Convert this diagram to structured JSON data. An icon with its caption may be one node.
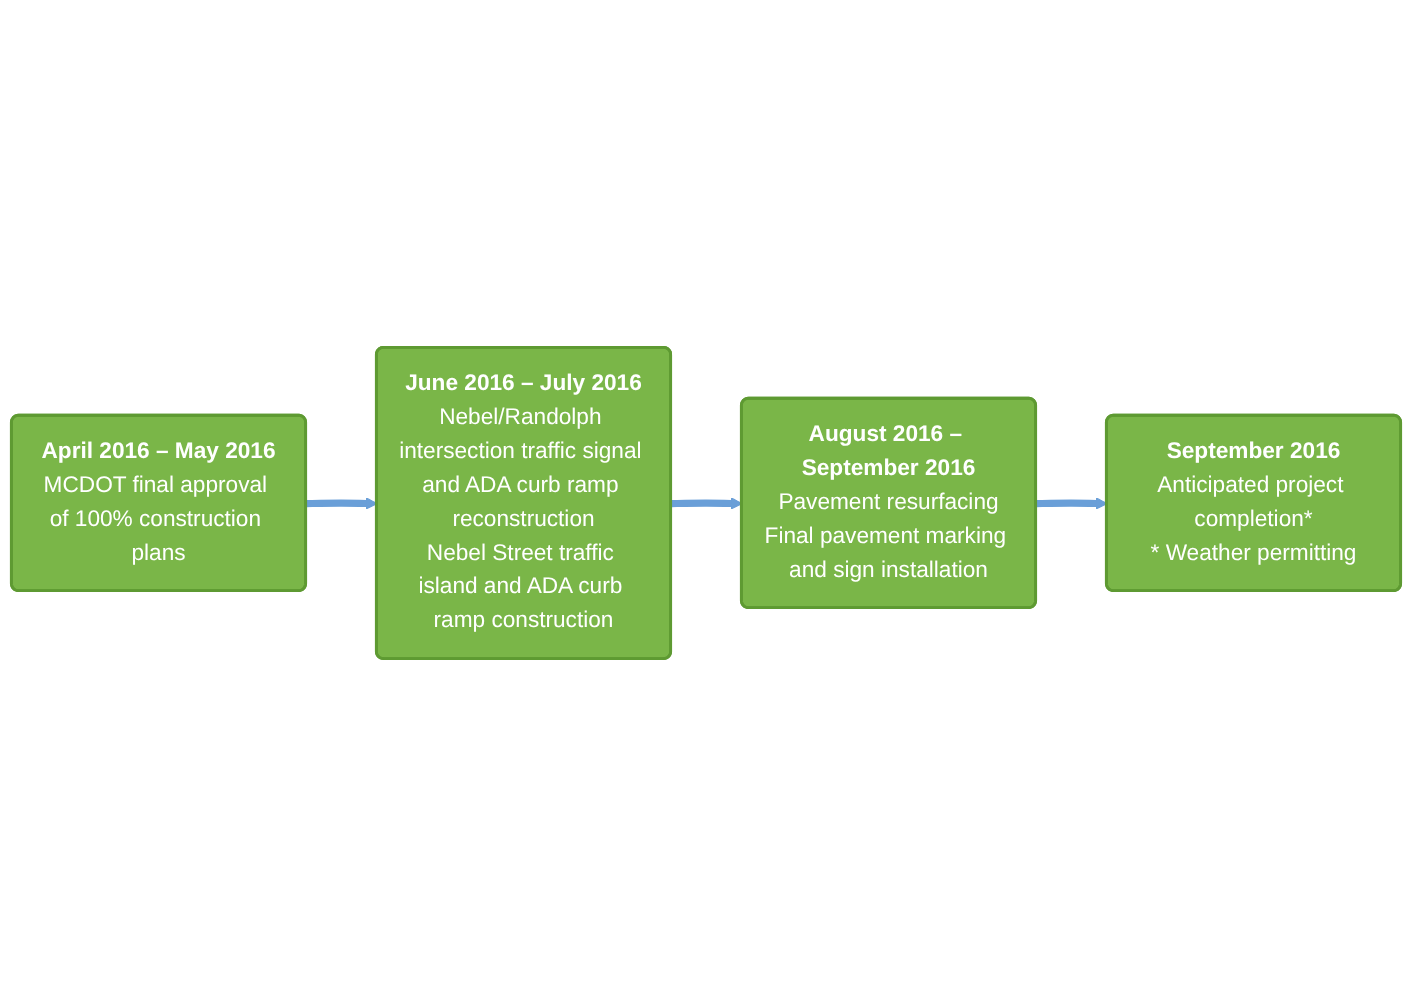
{
  "diagram": {
    "nodes": [
      {
        "text": [
          "April 2016 – May 2016",
          "MCDOT final approval of 100% construction plans"
        ]
      },
      {
        "text": [
          "June 2016 – July 2016",
          "Nebel/Randolph intersection traffic signal and ADA curb ramp reconstruction",
          "Nebel Street traffic island and ADA curb ramp construction"
        ]
      },
      {
        "text": [
          "August 2016 – September 2016",
          "Pavement resurfacing",
          "Final pavement marking and sign installation"
        ]
      },
      {
        "text": [
          "September 2016",
          "Anticipated project completion*",
          "* Weather permitting"
        ]
      }
    ],
    "edges": [
      {
        "from": 0,
        "to": 1,
        "arrow": "to"
      },
      {
        "from": 1,
        "to": 2,
        "arrow": "to"
      },
      {
        "from": 2,
        "to": 3,
        "arrow": "to"
      }
    ]
  }
}
